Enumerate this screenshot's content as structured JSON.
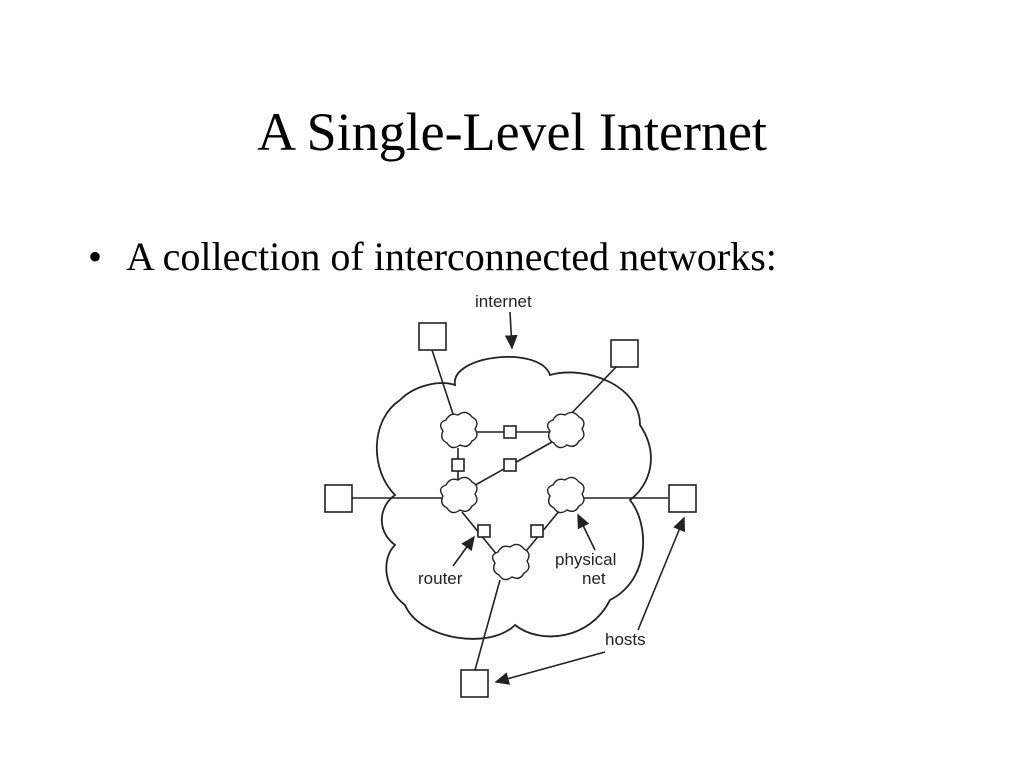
{
  "slide": {
    "title": "A Single-Level Internet",
    "bullet_symbol": "•",
    "bullet_text": "A collection of interconnected networks:"
  },
  "diagram": {
    "labels": {
      "internet": "internet",
      "router": "router",
      "physical_net_line1": "physical",
      "physical_net_line2": "net",
      "hosts": "hosts"
    }
  }
}
